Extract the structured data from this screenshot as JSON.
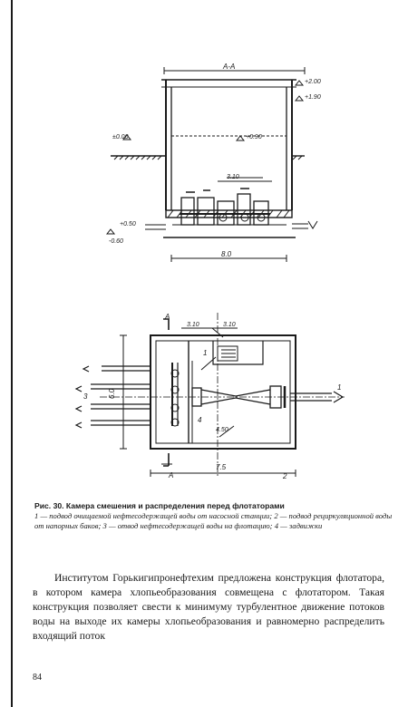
{
  "figure": {
    "section_labels": {
      "a_top": "А-А",
      "a1": "А",
      "a2": "А"
    },
    "elevations": [
      "+2.00",
      "+1.90",
      "+0.90",
      "±0.00",
      "-0.60",
      "+0.50"
    ],
    "dims": {
      "section_width": "8.0",
      "plan_length": "7.5",
      "plan_width": "6.0",
      "inner_a": "3.10",
      "inner_b": "4.50",
      "top_a": "3.10",
      "top_b": "3.10"
    },
    "callouts": [
      "1",
      "1",
      "2",
      "3",
      "4"
    ]
  },
  "caption": {
    "title": "Рис. 30. Камера смешения и распределения перед флотаторами",
    "legend": "1 — подвод очищаемой нефтесодержащей воды от насосной станции; 2 — подвод рециркуляционной воды от напорных баков; 3 — отвод нефтесодержащей воды на флотацию; 4 — задвижки"
  },
  "body_text": "Институтом Горькигипронефтехим предложена конструкция флотатора, в котором камера хлопьеобразования совмещена с флотатором. Такая конструкция позволяет свести к минимуму турбулентное движение потоков воды на выходе их камеры хлопьеобразования и равномерно распределить входящий поток",
  "page_number": "84"
}
